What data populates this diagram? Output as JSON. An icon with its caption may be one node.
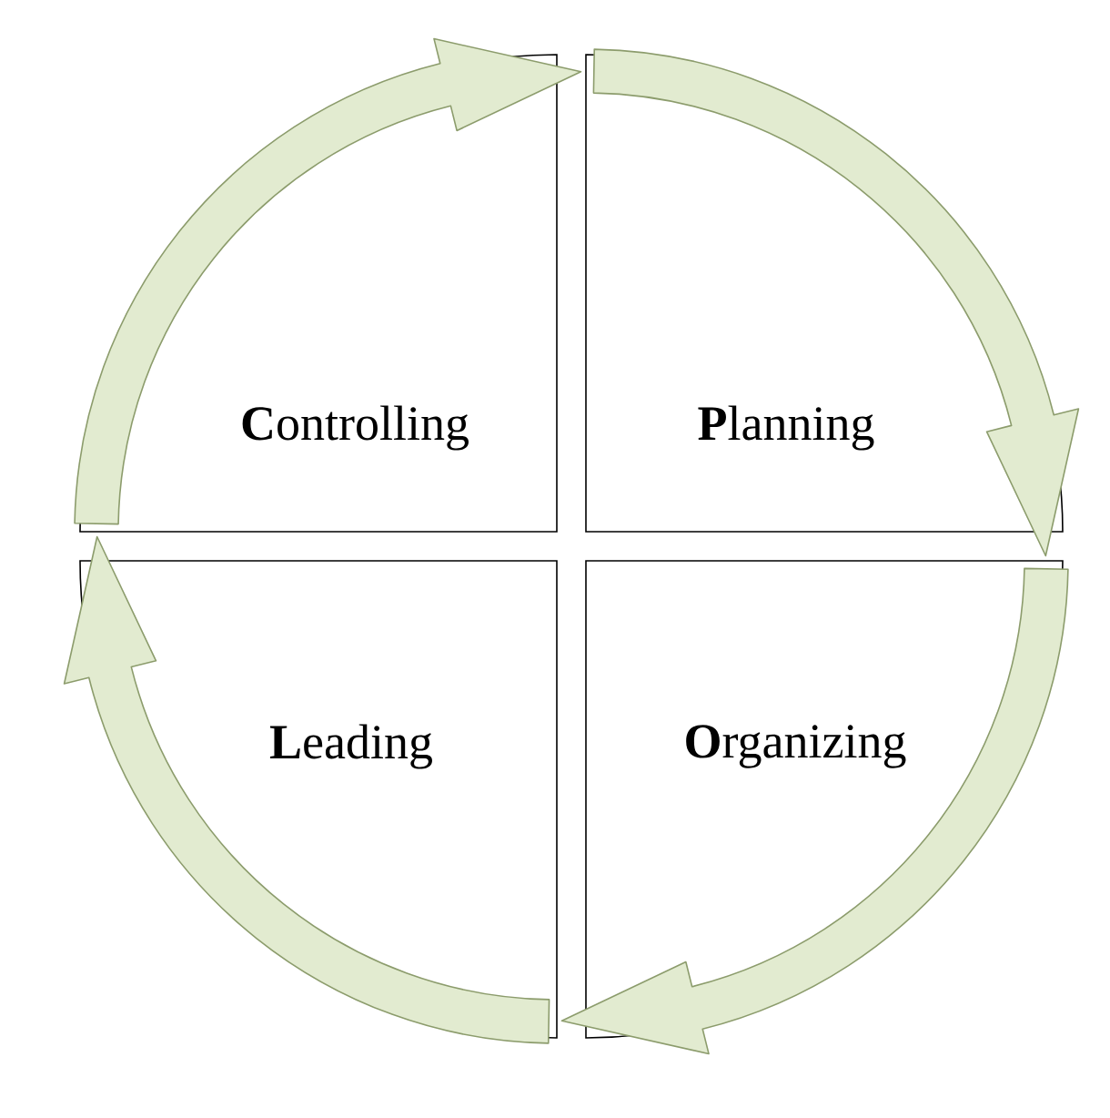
{
  "diagram": {
    "nodes": [
      {
        "text": [
          "**C**ontrolling"
        ]
      },
      {
        "text": [
          "**P**lanning"
        ]
      },
      {
        "text": [
          "**L**eading"
        ]
      },
      {
        "text": [
          "**O**rganizing"
        ]
      }
    ],
    "edges": [
      {
        "from": 1,
        "to": 3,
        "arrow": "to"
      },
      {
        "from": 3,
        "to": 2,
        "arrow": "to"
      },
      {
        "from": 2,
        "to": 0,
        "arrow": "to"
      },
      {
        "from": 0,
        "to": 1,
        "arrow": "to"
      }
    ]
  }
}
